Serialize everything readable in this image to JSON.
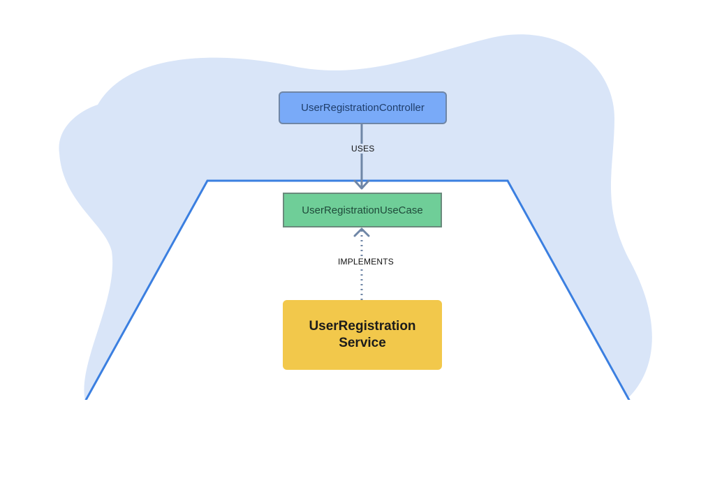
{
  "nodes": {
    "controller": "UserRegistrationController",
    "use_case": "UserRegistrationUseCase",
    "service_line1": "UserRegistration",
    "service_line2": "Service"
  },
  "edges": {
    "uses": "USES",
    "implements": "IMPLEMENTS"
  },
  "colors": {
    "background_blob": "#d9e5f8",
    "boundary": "#3b7fe0",
    "controller_fill": "#79aaf8",
    "use_case_fill": "#6fce98",
    "service_fill": "#f2c84b",
    "connector": "#6f86a6"
  }
}
